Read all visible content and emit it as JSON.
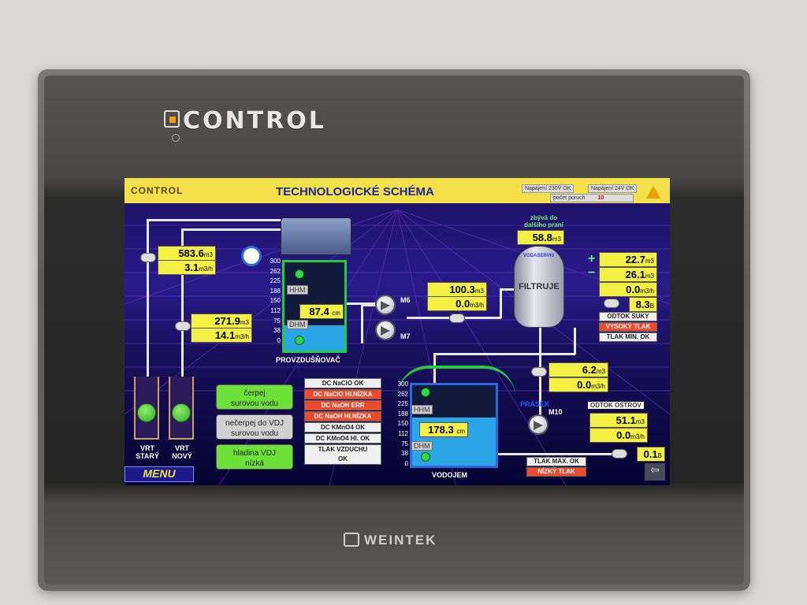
{
  "device": {
    "brand": "CONTROL",
    "maker": "WEINTEK"
  },
  "header": {
    "logo": "CONTROL",
    "title": "TECHNOLOGICKÉ SCHÉMA",
    "status": {
      "power230": "Napájení 230V OK",
      "power24": "Napájení 24V OK",
      "faults_label": "počet poruch",
      "faults_count": "10"
    }
  },
  "wells": {
    "flow_top": {
      "value": "583.6",
      "unit": "m3"
    },
    "rate_top": {
      "value": "3.1",
      "unit": "m3/h"
    },
    "flow_mid": {
      "value": "271.9",
      "unit": "m3"
    },
    "rate_mid": {
      "value": "14.1",
      "unit": "m3/h"
    },
    "old_label": "VRT\nSTARÝ",
    "new_label": "VRT\nNOVÝ"
  },
  "aerator": {
    "label": "PROVZDUŠŇOVAČ",
    "level": "87.4",
    "level_unit": "cm",
    "hhm": "HHM",
    "dhm": "DHM",
    "scale": [
      "300",
      "262",
      "225",
      "188",
      "150",
      "112",
      "75",
      "38",
      "0"
    ],
    "level_fraction": 0.29
  },
  "pumps": {
    "m6": "M6",
    "m7": "M7",
    "m10": "M10"
  },
  "transfer": {
    "total": {
      "value": "100.3",
      "unit": "m3"
    },
    "rate": {
      "value": "0.0",
      "unit": "m3/h"
    }
  },
  "filter": {
    "label": "FILTRUJE",
    "vendor": "VODASERVIS",
    "remaining_label": "zbývá do\ndalšího praní",
    "remaining": {
      "value": "58.8",
      "unit": "m3"
    },
    "plus": "+",
    "minus": "−",
    "v1": {
      "value": "22.7",
      "unit": "m3"
    },
    "v2": {
      "value": "26.1",
      "unit": "m3"
    },
    "v3": {
      "value": "0.0",
      "unit": "m3/h"
    },
    "pressure": {
      "value": "8.3",
      "unit": "B"
    },
    "alarms": [
      {
        "text": "ODTOK SUKY",
        "state": "ok"
      },
      {
        "text": "VYSOKÝ TLAK",
        "state": "bad"
      },
      {
        "text": "TLAK MIN. OK",
        "state": "ok"
      }
    ]
  },
  "filter_out": {
    "total": {
      "value": "6.2",
      "unit": "m3"
    },
    "rate": {
      "value": "0.0",
      "unit": "m3/h"
    }
  },
  "reservoir": {
    "label": "VODOJEM",
    "level": "178.3",
    "level_unit": "cm",
    "hhm": "HHM",
    "dhm": "DHM",
    "scale": [
      "300",
      "262",
      "225",
      "188",
      "150",
      "112",
      "75",
      "38",
      "0"
    ],
    "level_fraction": 0.6
  },
  "outflow": {
    "title": "ODTOK OSTROV",
    "total": {
      "value": "51.1",
      "unit": "m3"
    },
    "rate": {
      "value": "0.0",
      "unit": "m3/h"
    },
    "pressure": {
      "value": "0.1",
      "unit": "B"
    },
    "prasek": "PRÁSEK",
    "alarms": [
      {
        "text": "TLAK MAX. OK",
        "state": "ok"
      },
      {
        "text": "NÍZKÝ TLAK",
        "state": "bad"
      }
    ]
  },
  "controls": {
    "pump_btn": "čerpej\nsurovou vodu",
    "no_pump_btn": "nečerpej do VDJ\nsurovou vodu",
    "level_btn": "hladina VDJ\nnízká"
  },
  "chemicals": [
    {
      "text": "DC NaClO OK",
      "state": "ok"
    },
    {
      "text": "DC NaClO HI.NÍZKA",
      "state": "bad"
    },
    {
      "text": "DC NaOH ERR",
      "state": "bad"
    },
    {
      "text": "DC NaOH HI.NÍZKA",
      "state": "bad"
    },
    {
      "text": "DC KMnO4 OK",
      "state": "ok"
    },
    {
      "text": "DC KMnO4 HI. OK",
      "state": "ok"
    },
    {
      "text": "TLAK VZDUCHU\nOK",
      "state": "ok"
    }
  ],
  "nav": {
    "menu": "MENU",
    "back": "⇦"
  },
  "colors": {
    "accent": "#f4e04a",
    "ok": "#f0f0f0",
    "alarm": "#f04a2a",
    "tank_border": "#28c840",
    "water": "#2aa6e6"
  }
}
